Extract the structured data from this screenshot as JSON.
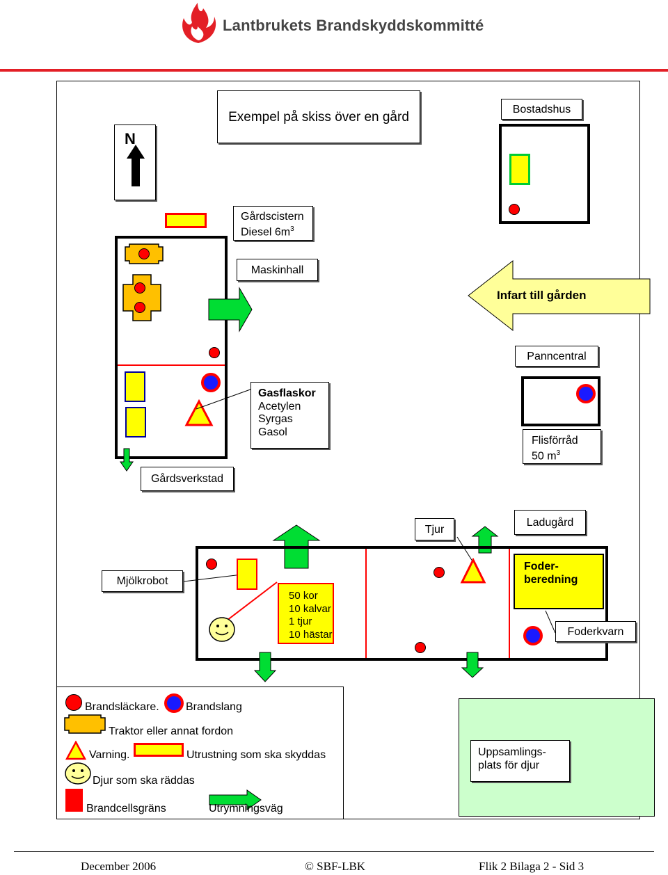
{
  "header": {
    "logo_text": "Lantbrukets Brandskyddskommitté"
  },
  "sketch": {
    "title": "Exempel på skiss över en gård",
    "north": "N",
    "bostadshus": "Bostadshus",
    "cistern_line1": "Gårdscistern",
    "cistern_line2": "Diesel 6m",
    "cistern_sup": "3",
    "maskinhall": "Maskinhall",
    "infart": "Infart till gården",
    "panncentral": "Panncentral",
    "gasflaskor": "Gasflaskor",
    "gas_1": "Acetylen",
    "gas_2": "Syrgas",
    "gas_3": "Gasol",
    "flis_line1": "Flisförråd",
    "flis_line2": "50 m",
    "flis_sup": "3",
    "gardsverkstad": "Gårdsverkstad",
    "tjur": "Tjur",
    "ladugard": "Ladugård",
    "mjolkrobot": "Mjölkrobot",
    "animals_1": "50 kor",
    "animals_2": "10 kalvar",
    "animals_3": "1 tjur",
    "animals_4": "10 hästar",
    "foder_line1": "Foder-",
    "foder_line2": "beredning",
    "foderkvarn": "Foderkvarn",
    "uppsamling_line1": "Uppsamlings-",
    "uppsamling_line2": "plats för djur"
  },
  "legend": {
    "brandslackare": "Brandsläckare.",
    "brandslang": "Brandslang",
    "traktor": "Traktor eller annat fordon",
    "varning": "Varning.",
    "utrustning": "Utrustning som ska skyddas",
    "djur": "Djur som ska räddas",
    "brandcell": "Brandcellsgräns",
    "utrymning": "Utrymningsväg"
  },
  "footer": {
    "date": "December 2006",
    "org": "© SBF-LBK",
    "page": "Flik 2 Bilaga 2 - Sid 3"
  },
  "colors": {
    "brand_red": "#e31f26",
    "fire_extinguisher": "#ff0000",
    "hose_blue": "#1a1aff",
    "warning_yellow": "#ffff00",
    "vehicle_orange": "#ffc000",
    "exit_green": "#00dd33",
    "collection_green": "#ccffcc"
  }
}
